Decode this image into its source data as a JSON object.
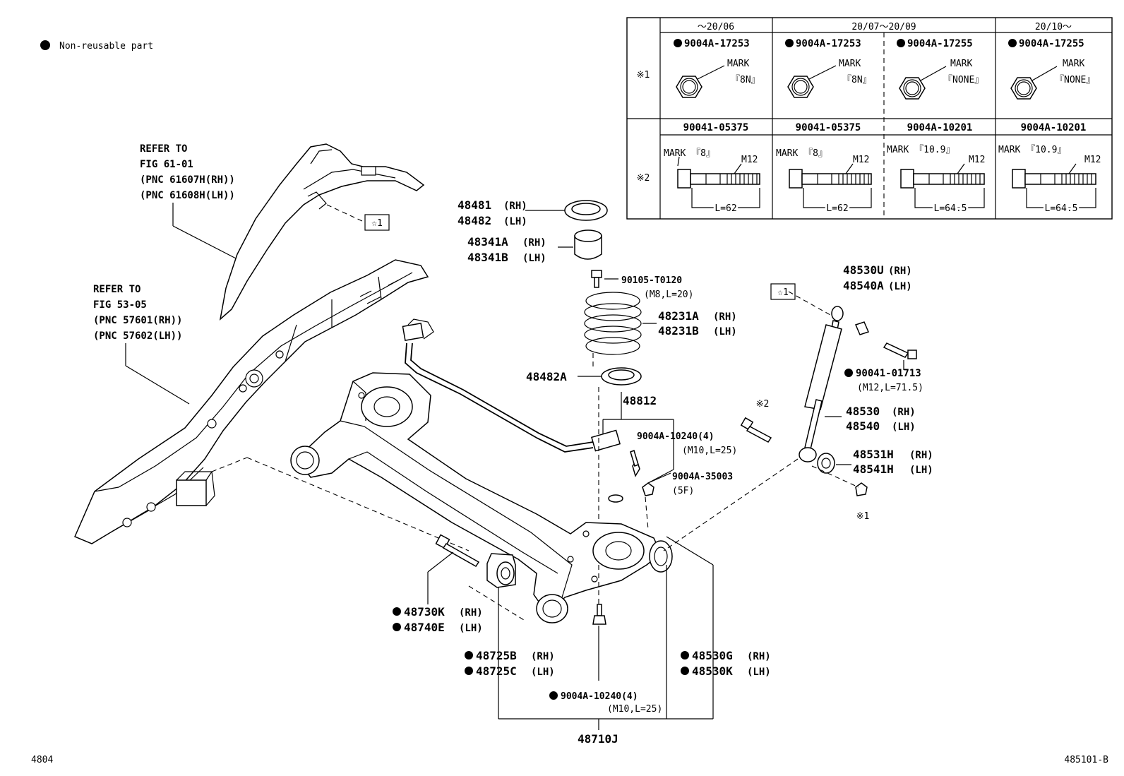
{
  "legend": {
    "text": "Non-reusable part"
  },
  "corner": {
    "left": "4804",
    "right": "485101-B"
  },
  "table": {
    "columns": [
      "～20/06",
      "20/07～20/09",
      "20/10～"
    ],
    "row1_mark": "※1",
    "row2_mark": "※2",
    "nuts": [
      {
        "pn": "9004A-17253",
        "mark1": "MARK",
        "mark2": "『8N』",
        "bolt_pn": "90041-05375"
      },
      {
        "pn": "9004A-17253",
        "mark1": "MARK",
        "mark2": "『8N』",
        "bolt_pn": "90041-05375"
      },
      {
        "pn": "9004A-17255",
        "mark1": "MARK",
        "mark2": "『NONE』",
        "bolt_pn": "9004A-10201"
      },
      {
        "pn": "9004A-17255",
        "mark1": "MARK",
        "mark2": "『NONE』",
        "bolt_pn": "9004A-10201"
      }
    ],
    "bolts": [
      {
        "mark": "MARK 『8』",
        "thread": "M12",
        "len": "L=62"
      },
      {
        "mark": "MARK 『8』",
        "thread": "M12",
        "len": "L=62"
      },
      {
        "mark": "MARK 『10.9』",
        "thread": "M12",
        "len": "L=64.5"
      },
      {
        "mark": "MARK 『10.9』",
        "thread": "M12",
        "len": "L=64.5"
      }
    ]
  },
  "refs": {
    "r1": {
      "a": "REFER TO",
      "b": "FIG 61-01",
      "c": "(PNC 61607H(RH))",
      "d": "(PNC 61608H(LH))"
    },
    "r2": {
      "a": "REFER TO",
      "b": "FIG 53-05",
      "c": "(PNC 57601(RH))",
      "d": "(PNC 57602(LH))"
    }
  },
  "star": "☆1",
  "kome1": "※1",
  "kome2": "※2",
  "parts": {
    "p48481": {
      "pn": "48481",
      "side": "(RH)"
    },
    "p48482": {
      "pn": "48482",
      "side": "(LH)"
    },
    "p48341A": {
      "pn": "48341A",
      "side": "(RH)"
    },
    "p48341B": {
      "pn": "48341B",
      "side": "(LH)"
    },
    "p90105": {
      "pn": "90105-T0120",
      "spec": "(M8,L=20)"
    },
    "p48231A": {
      "pn": "48231A",
      "side": "(RH)"
    },
    "p48231B": {
      "pn": "48231B",
      "side": "(LH)"
    },
    "p48482A": {
      "pn": "48482A"
    },
    "p48812": {
      "pn": "48812"
    },
    "p9004A10240a": {
      "pn": "9004A-10240(4)",
      "spec": "(M10,L=25)"
    },
    "p9004A35003": {
      "pn": "9004A-35003",
      "spec": "(5F)"
    },
    "p48530U": {
      "pn": "48530U",
      "side": "(RH)"
    },
    "p48540A": {
      "pn": "48540A",
      "side": "(LH)"
    },
    "p90041": {
      "pn": "90041-01713",
      "spec": "(M12,L=71.5)"
    },
    "p48530": {
      "pn": "48530",
      "side": "(RH)"
    },
    "p48540": {
      "pn": "48540",
      "side": "(LH)"
    },
    "p48531H": {
      "pn": "48531H",
      "side": "(RH)"
    },
    "p48541H": {
      "pn": "48541H",
      "side": "(LH)"
    },
    "p48730K": {
      "pn": "48730K",
      "side": "(RH)"
    },
    "p48740E": {
      "pn": "48740E",
      "side": "(LH)"
    },
    "p48725B": {
      "pn": "48725B",
      "side": "(RH)"
    },
    "p48725C": {
      "pn": "48725C",
      "side": "(LH)"
    },
    "p9004A10240b": {
      "pn": "9004A-10240(4)",
      "spec": "(M10,L=25)"
    },
    "p48530G": {
      "pn": "48530G",
      "side": "(RH)"
    },
    "p48530K": {
      "pn": "48530K",
      "side": "(LH)"
    },
    "p48710J": {
      "pn": "48710J"
    }
  }
}
